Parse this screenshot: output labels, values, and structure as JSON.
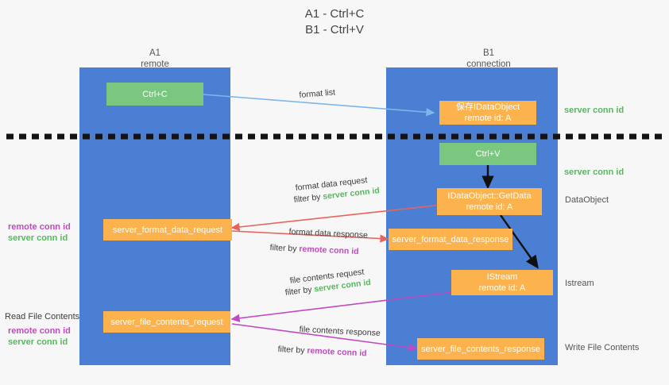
{
  "title": {
    "line1": "A1 - Ctrl+C",
    "line2": "B1 - Ctrl+V"
  },
  "columns": [
    {
      "name": "A1",
      "sub": "remote"
    },
    {
      "name": "B1",
      "sub": "connection"
    }
  ],
  "nodes": {
    "ctrl_c": {
      "label": "Ctrl+C"
    },
    "save_dataobject": {
      "line1": "保存IDataObject",
      "line2": "remote id: A"
    },
    "ctrl_v": {
      "label": "Ctrl+V"
    },
    "getdata": {
      "line1": "IDataObject::GetData",
      "line2": "remote id: A"
    },
    "format_data_request": {
      "label": "server_format_data_request"
    },
    "format_data_response": {
      "label": "server_format_data_response"
    },
    "istream": {
      "line1": "IStream",
      "line2": "remote id: A"
    },
    "file_contents_request": {
      "label": "server_file_contents_request"
    },
    "file_contents_response": {
      "label": "server_file_contents_response"
    }
  },
  "right_labels": {
    "server_conn_id_top": "server conn id",
    "server_conn_id_paste": "server conn id",
    "dataobject": "DataObject",
    "istream": "Istream",
    "write_file_contents": "Write File Contents"
  },
  "left_labels": {
    "remote_conn_id_format": "remote conn id",
    "server_conn_id_format": "server conn id",
    "read_file_contents": "Read File Contents",
    "remote_conn_id_file": "remote conn id",
    "server_conn_id_file": "server conn id"
  },
  "edges": {
    "format_list": "format list",
    "format_data_request": "format data request",
    "format_data_request_filter_prefix": "filter by ",
    "format_data_request_filter_value": "server conn id",
    "format_data_response": "format data response",
    "format_data_response_filter_prefix": "filter by ",
    "format_data_response_filter_value": "remote conn id",
    "file_contents_request": "file contents request",
    "file_contents_request_filter_prefix": "filter by ",
    "file_contents_request_filter_value": "server conn id",
    "file_contents_response": "file contents response",
    "file_contents_response_filter_prefix": "filter by ",
    "file_contents_response_filter_value": "remote conn id"
  },
  "colors": {
    "lane": "#4a7fd4",
    "green_node": "#7ac77f",
    "orange_node": "#fcb24d",
    "green_text": "#57b85e",
    "magenta_text": "#c04ac0",
    "light_blue_arrow": "#7eb6e8",
    "red_arrow": "#e8635c",
    "magenta_arrow": "#c04ac0",
    "black_arrow": "#101010",
    "background": "#f7f7f7"
  }
}
